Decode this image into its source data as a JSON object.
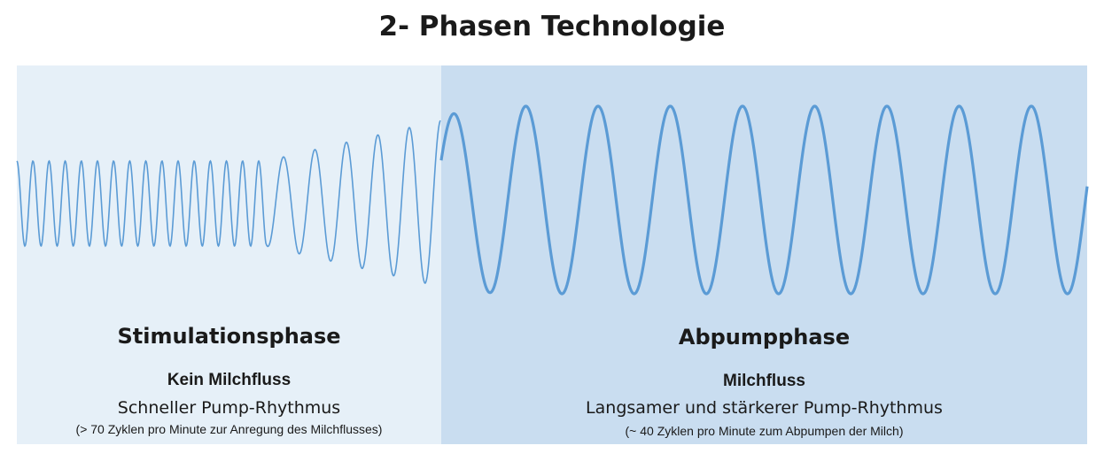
{
  "title": "2- Phasen Technologie",
  "left": {
    "heading": "Stimulationsphase",
    "subtitle": "Kein Milchfluss",
    "description": "Schneller Pump-Rhythmus",
    "note": "(> 70 Zyklen pro Minute zur Anregung des Milchflusses)"
  },
  "right": {
    "heading": "Abpumpphase",
    "subtitle": "Milchfluss",
    "description": "Langsamer und stärkerer Pump-Rhythmus",
    "note": "(~ 40 Zyklen pro Minute zum Abpumpen der Milch)"
  },
  "colors": {
    "left_bg": "#e6f0f8",
    "right_bg": "#c9ddf0",
    "wave": "#5b9bd5"
  }
}
